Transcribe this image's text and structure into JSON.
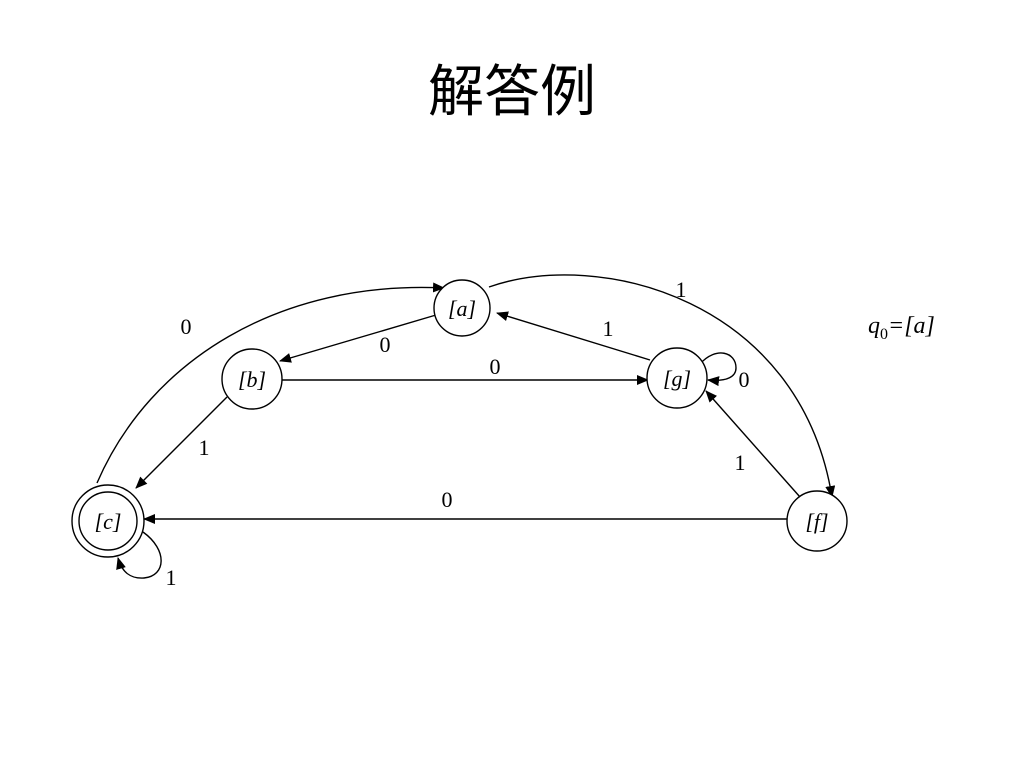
{
  "title": "解答例",
  "initial_state": {
    "symbol": "q",
    "subscript": "0",
    "value": "=[a]"
  },
  "states": [
    {
      "id": "a",
      "label": "[a]",
      "accepting": false
    },
    {
      "id": "b",
      "label": "[b]",
      "accepting": false
    },
    {
      "id": "g",
      "label": "[g]",
      "accepting": false
    },
    {
      "id": "c",
      "label": "[c]",
      "accepting": true
    },
    {
      "id": "f",
      "label": "[f]",
      "accepting": false
    }
  ],
  "transitions": [
    {
      "from": "a",
      "to": "b",
      "label": "0"
    },
    {
      "from": "a",
      "to": "f",
      "label": "1"
    },
    {
      "from": "b",
      "to": "g",
      "label": "0"
    },
    {
      "from": "b",
      "to": "c",
      "label": "1"
    },
    {
      "from": "c",
      "to": "a",
      "label": "0"
    },
    {
      "from": "c",
      "to": "c",
      "label": "1"
    },
    {
      "from": "g",
      "to": "a",
      "label": "1"
    },
    {
      "from": "g",
      "to": "g",
      "label": "0"
    },
    {
      "from": "f",
      "to": "c",
      "label": "0"
    },
    {
      "from": "f",
      "to": "g",
      "label": "1"
    }
  ],
  "colors": {
    "stroke": "#000000",
    "background": "#ffffff"
  }
}
